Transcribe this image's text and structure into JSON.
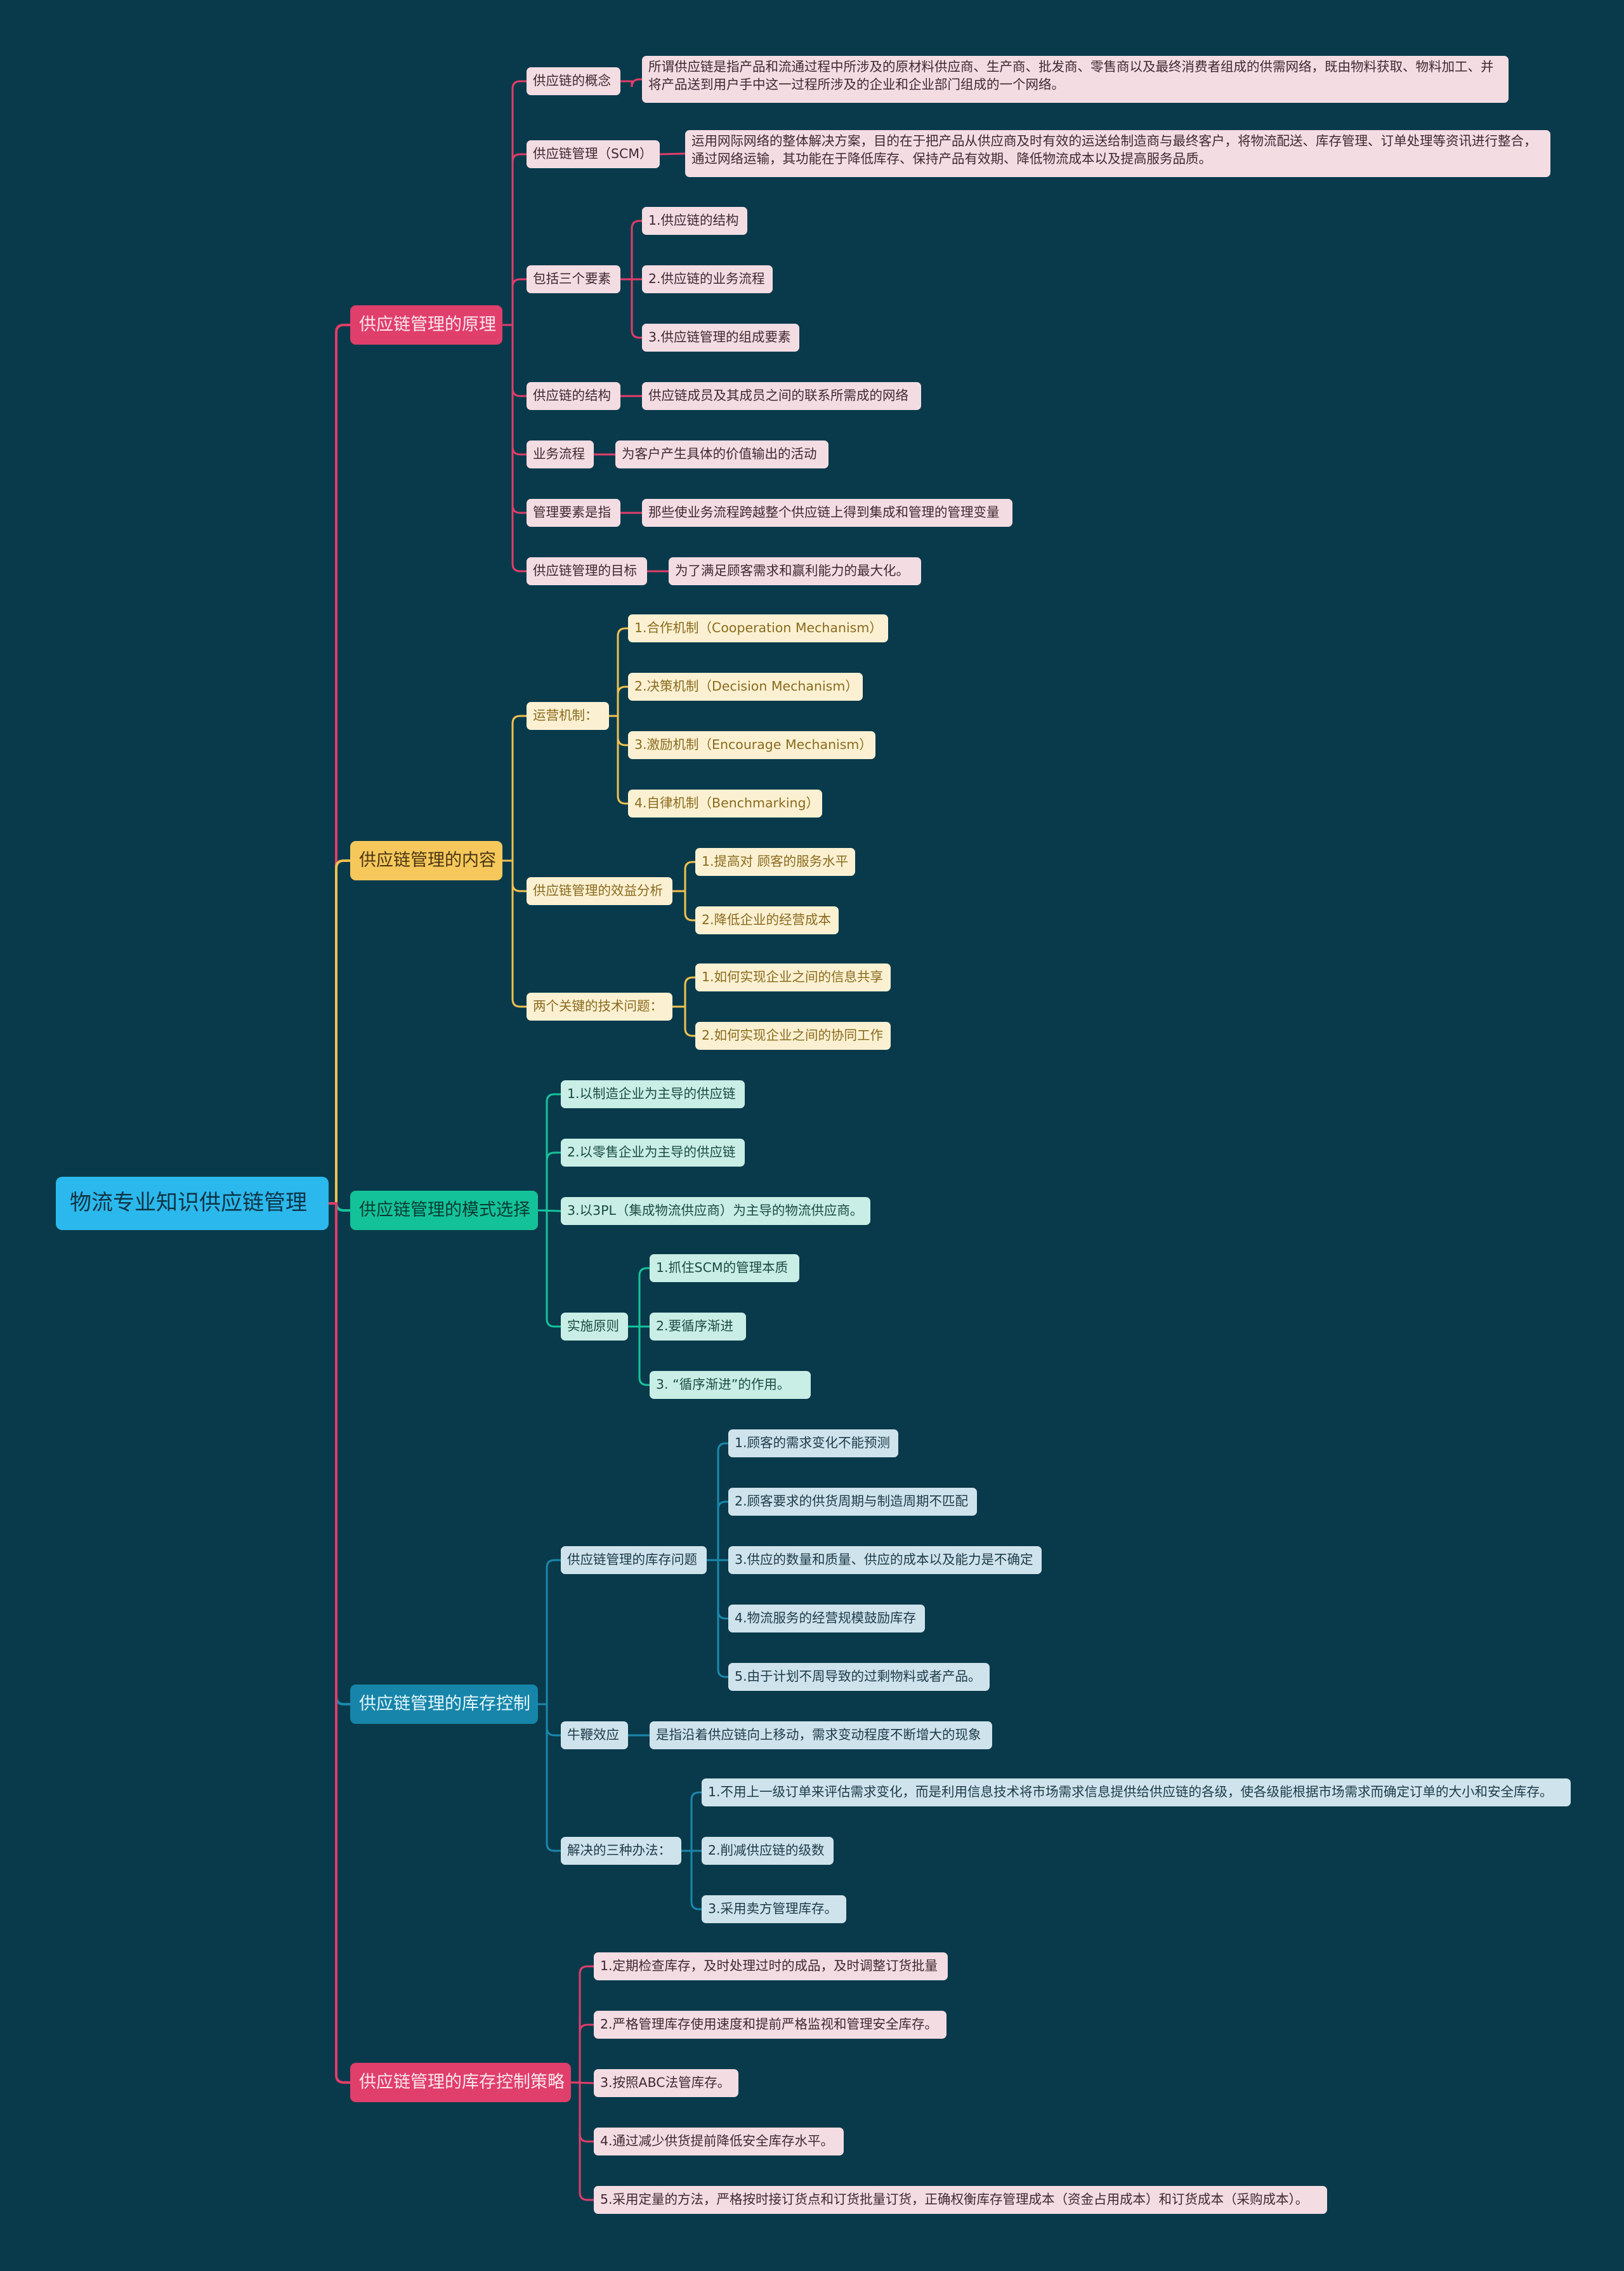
{
  "title": "物流专业知识供应链管理",
  "colors": {
    "background": "#093a4b",
    "root": "#2bb8ec",
    "b1": "#e03e6b",
    "b2": "#f6c85c",
    "b3": "#14c29a",
    "b4": "#1685a9",
    "line1": "#e23d6a",
    "line2": "#f2c150",
    "line3": "#16c39b",
    "line4": "#1a88ad"
  },
  "branches": [
    {
      "label": "供应链管理的原理",
      "children": [
        {
          "label": "供应链的概念",
          "children": [
            {
              "label": "所谓供应链是指产品和流通过程中所涉及的原材料供应商、生产商、批发商、零售商以及最终消费者组成的供需网络，既由物料获取、物料加工、并将产品送到用户手中这一过程所涉及的企业和企业部门组成的一个网络。"
            }
          ]
        },
        {
          "label": "供应链管理（SCM）",
          "children": [
            {
              "label": "运用网际网络的整体解决方案，目的在于把产品从供应商及时有效的运送给制造商与最终客户，将物流配送、库存管理、订单处理等资讯进行整合，通过网络运输，其功能在于降低库存、保持产品有效期、降低物流成本以及提高服务品质。"
            }
          ]
        },
        {
          "label": "包括三个要素",
          "children": [
            {
              "label": "1.供应链的结构"
            },
            {
              "label": "2.供应链的业务流程"
            },
            {
              "label": "3.供应链管理的组成要素"
            }
          ]
        },
        {
          "label": "供应链的结构",
          "children": [
            {
              "label": "供应链成员及其成员之间的联系所需成的网络"
            }
          ]
        },
        {
          "label": "业务流程",
          "children": [
            {
              "label": "为客户产生具体的价值输出的活动"
            }
          ]
        },
        {
          "label": "管理要素是指",
          "children": [
            {
              "label": "那些使业务流程跨越整个供应链上得到集成和管理的管理变量"
            }
          ]
        },
        {
          "label": "供应链管理的目标",
          "children": [
            {
              "label": "为了满足顾客需求和赢利能力的最大化。"
            }
          ]
        }
      ]
    },
    {
      "label": "供应链管理的内容",
      "children": [
        {
          "label": "运营机制：",
          "children": [
            {
              "label": "1.合作机制（Cooperation Mechanism）"
            },
            {
              "label": "2.决策机制（Decision Mechanism）"
            },
            {
              "label": "3.激励机制（Encourage Mechanism）"
            },
            {
              "label": "4.自律机制（Benchmarking）"
            }
          ]
        },
        {
          "label": "供应链管理的效益分析",
          "children": [
            {
              "label": "1.提高对 顾客的服务水平"
            },
            {
              "label": "2.降低企业的经营成本"
            }
          ]
        },
        {
          "label": "两个关键的技术问题：",
          "children": [
            {
              "label": "1.如何实现企业之间的信息共享"
            },
            {
              "label": "2.如何实现企业之间的协同工作"
            }
          ]
        }
      ]
    },
    {
      "label": "供应链管理的模式选择",
      "children": [
        {
          "label": "1.以制造企业为主导的供应链"
        },
        {
          "label": "2.以零售企业为主导的供应链"
        },
        {
          "label": "3.以3PL（集成物流供应商）为主导的物流供应商。"
        },
        {
          "label": "实施原则",
          "children": [
            {
              "label": "1.抓住SCM的管理本质"
            },
            {
              "label": " 2.要循序渐进"
            },
            {
              "label": "3. “循序渐进”的作用。"
            }
          ]
        }
      ]
    },
    {
      "label": "供应链管理的库存控制",
      "children": [
        {
          "label": "供应链管理的库存问题",
          "children": [
            {
              "label": "1.顾客的需求变化不能预测"
            },
            {
              "label": "2.顾客要求的供货周期与制造周期不匹配"
            },
            {
              "label": "3.供应的数量和质量、供应的成本以及能力是不确定"
            },
            {
              "label": "4.物流服务的经营规模鼓励库存"
            },
            {
              "label": "5.由于计划不周导致的过剩物料或者产品。"
            }
          ]
        },
        {
          "label": "牛鞭效应",
          "children": [
            {
              "label": "是指沿着供应链向上移动，需求变动程度不断增大的现象"
            }
          ]
        },
        {
          "label": "解决的三种办法：",
          "children": [
            {
              "label": "1.不用上一级订单来评估需求变化，而是利用信息技术将市场需求信息提供给供应链的各级，使各级能根据市场需求而确定订单的大小和安全库存。"
            },
            {
              "label": "2.削减供应链的级数"
            },
            {
              "label": "3.采用卖方管理库存。"
            }
          ]
        }
      ]
    },
    {
      "label": "供应链管理的库存控制策略",
      "children": [
        {
          "label": "1.定期检查库存，及时处理过时的成品，及时调整订货批量"
        },
        {
          "label": "2.严格管理库存使用速度和提前严格监视和管理安全库存。"
        },
        {
          "label": "3.按照ABC法管库存。"
        },
        {
          "label": "4.通过减少供货提前降低安全库存水平。"
        },
        {
          "label": "5.采用定量的方法，严格按时接订货点和订货批量订货，正确权衡库存管理成本（资金占用成本）和订货成本（采购成本）。"
        }
      ]
    }
  ]
}
